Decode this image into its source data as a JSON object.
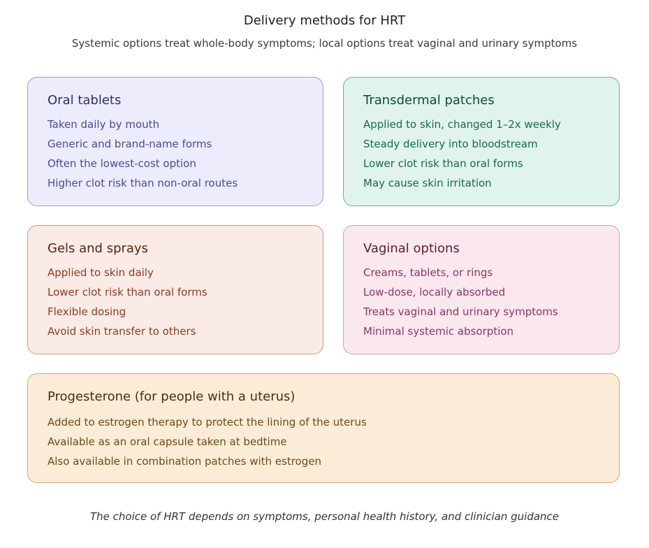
{
  "header": {
    "title": "Delivery methods for HRT",
    "subtitle": "Systemic options treat whole-body symptoms; local options treat vaginal and urinary symptoms"
  },
  "cards": {
    "oral": {
      "title": "Oral tablets",
      "items": [
        "Taken daily by mouth",
        "Generic and brand-name forms",
        "Often the lowest-cost option",
        "Higher clot risk than non-oral routes"
      ]
    },
    "patch": {
      "title": "Transdermal patches",
      "items": [
        "Applied to skin, changed 1–2x weekly",
        "Steady delivery into bloodstream",
        "Lower clot risk than oral forms",
        "May cause skin irritation"
      ]
    },
    "gel": {
      "title": "Gels and sprays",
      "items": [
        "Applied to skin daily",
        "Lower clot risk than oral forms",
        "Flexible dosing",
        "Avoid skin transfer to others"
      ]
    },
    "vaginal": {
      "title": "Vaginal options",
      "items": [
        "Creams, tablets, or rings",
        "Low-dose, locally absorbed",
        "Treats vaginal and urinary symptoms",
        "Minimal systemic absorption"
      ]
    },
    "progesterone": {
      "title": "Progesterone (for people with a uterus)",
      "items": [
        "Added to estrogen therapy to protect the lining of the uterus",
        "Available as an oral capsule taken at bedtime",
        "Also available in combination patches with estrogen"
      ]
    }
  },
  "footer": {
    "note": "The choice of HRT depends on symptoms, personal health history, and clinician guidance"
  }
}
